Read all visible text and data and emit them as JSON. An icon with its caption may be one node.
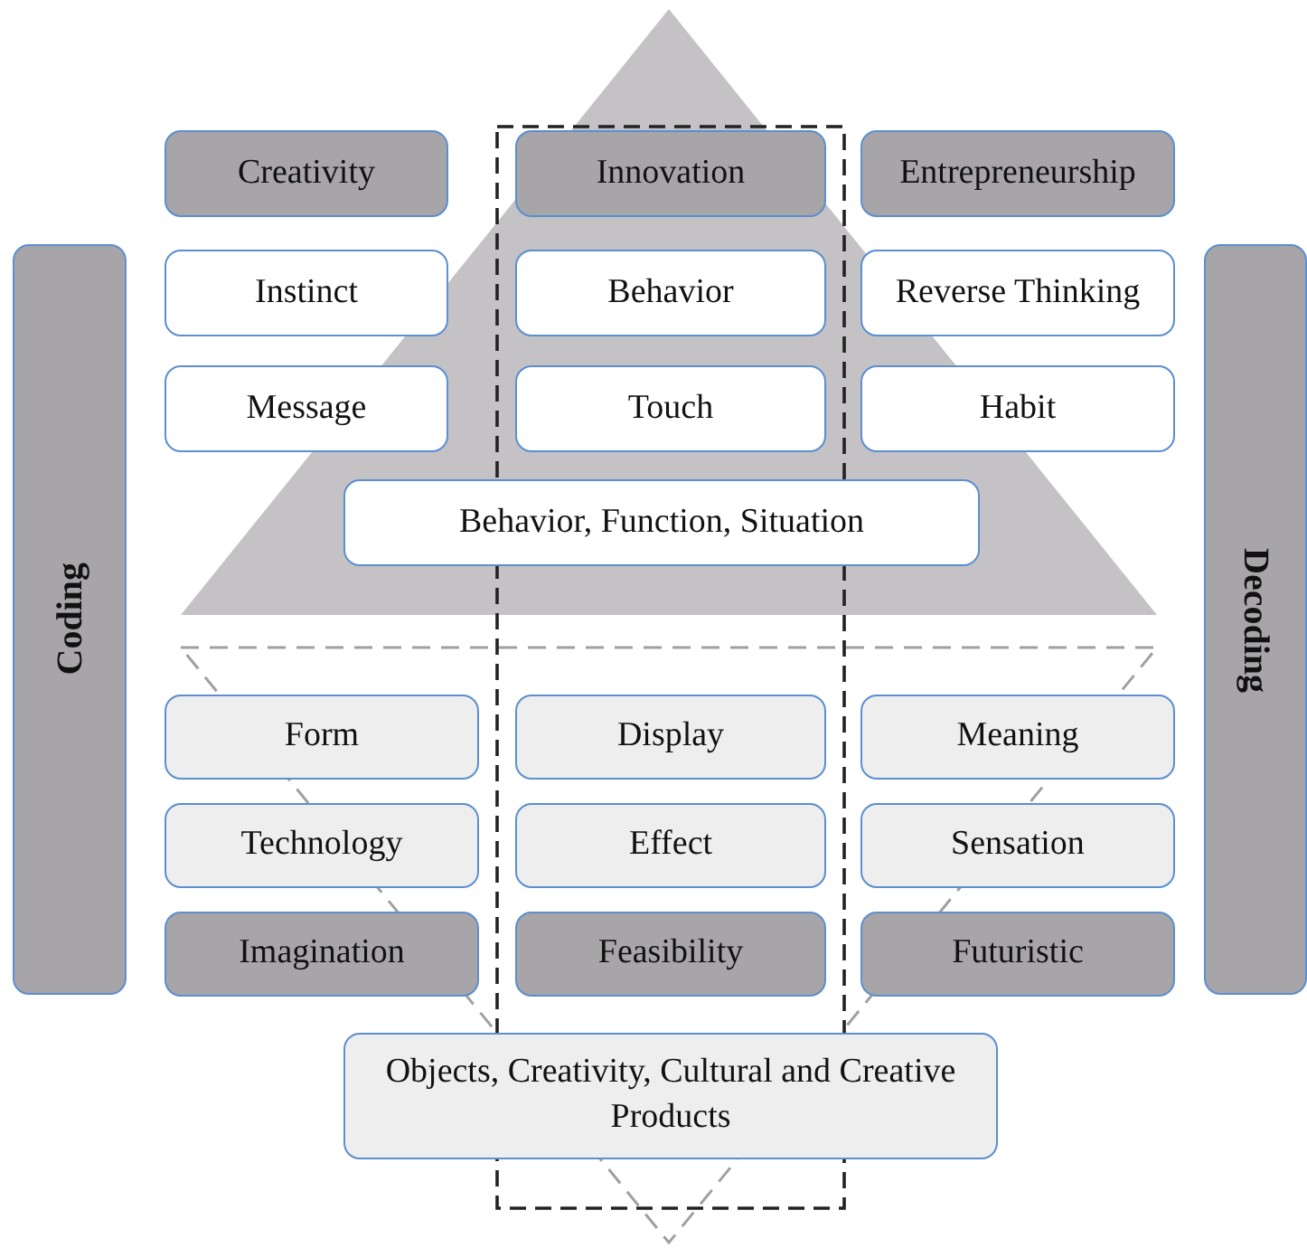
{
  "diagram": {
    "nodes": [
      {
        "text": [
          "Creativity"
        ]
      },
      {
        "text": [
          "Innovation"
        ]
      },
      {
        "text": [
          "Entrepreneurship"
        ]
      },
      {
        "text": [
          "Coding"
        ]
      },
      {
        "text": [
          "Instinct"
        ]
      },
      {
        "text": [
          "Behavior"
        ]
      },
      {
        "text": [
          "Reverse Thinking"
        ]
      },
      {
        "text": [
          "Decoding"
        ]
      },
      {
        "text": [
          "Message"
        ]
      },
      {
        "text": [
          "Touch"
        ]
      },
      {
        "text": [
          "Habit"
        ]
      },
      {
        "text": [
          "Behavior, Function, Situation"
        ]
      },
      {
        "text": [
          "Form"
        ]
      },
      {
        "text": [
          "Display"
        ]
      },
      {
        "text": [
          "Meaning"
        ]
      },
      {
        "text": [
          "Technology"
        ]
      },
      {
        "text": [
          "Effect"
        ]
      },
      {
        "text": [
          "Sensation"
        ]
      },
      {
        "text": [
          "Imagination"
        ]
      },
      {
        "text": [
          "Feasibility"
        ]
      },
      {
        "text": [
          "Futuristic"
        ]
      },
      {
        "text": [
          "Objects, Creativity, Cultural and Creative Products"
        ]
      }
    ]
  }
}
